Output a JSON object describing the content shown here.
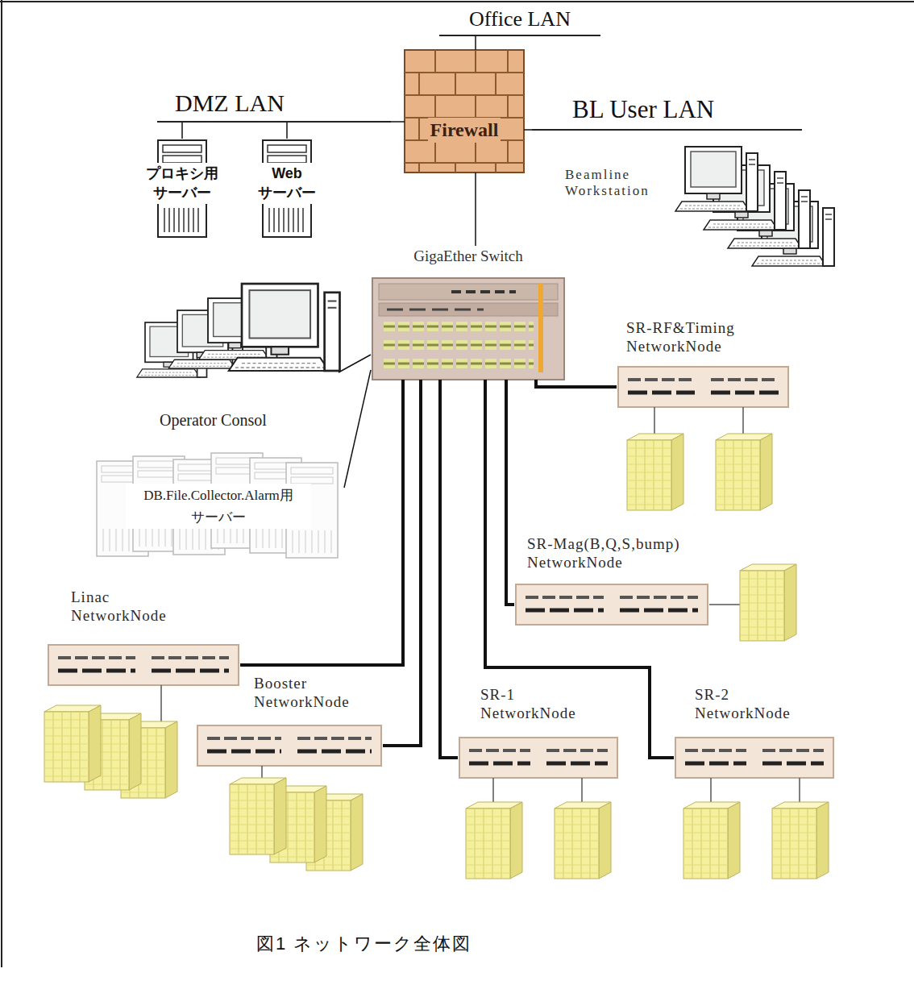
{
  "diagram": {
    "caption": "図1 ネットワーク全体図",
    "nodes": [
      {
        "text": [
          "Office LAN"
        ]
      },
      {
        "text": [
          "DMZ LAN"
        ]
      },
      {
        "text": [
          "BL User LAN"
        ]
      },
      {
        "text": [
          "Firewall"
        ]
      },
      {
        "text": [
          "プロキシ用 サーバー"
        ]
      },
      {
        "text": [
          "Web サーバー"
        ]
      },
      {
        "text": [
          "Beamline Workstation"
        ]
      },
      {
        "text": [
          "GigaEther Switch"
        ]
      },
      {
        "text": [
          "Operator Consol"
        ]
      },
      {
        "text": [
          "DB.File.Collector.Alarm用 サーバー"
        ]
      },
      {
        "text": [
          "SR-RF&Timing NetworkNode"
        ]
      },
      {
        "text": [
          "SR-Mag(B,Q,S,bump) NetworkNode"
        ]
      },
      {
        "text": [
          "Linac NetworkNode"
        ]
      },
      {
        "text": [
          "Booster NetworkNode"
        ]
      },
      {
        "text": [
          "SR-1 NetworkNode"
        ]
      },
      {
        "text": [
          "SR-2 NetworkNode"
        ]
      }
    ],
    "edges": [
      {
        "from": 3,
        "to": 0,
        "arrow": "none"
      },
      {
        "from": 3,
        "to": 1,
        "arrow": "none"
      },
      {
        "from": 3,
        "to": 2,
        "arrow": "none"
      },
      {
        "from": 4,
        "to": 1,
        "arrow": "none"
      },
      {
        "from": 5,
        "to": 1,
        "arrow": "none"
      },
      {
        "from": 3,
        "to": 7,
        "arrow": "none"
      },
      {
        "from": 8,
        "to": 7,
        "arrow": "none"
      },
      {
        "from": 9,
        "to": 7,
        "arrow": "none"
      },
      {
        "from": 7,
        "to": 10,
        "arrow": "none"
      },
      {
        "from": 7,
        "to": 11,
        "arrow": "none"
      },
      {
        "from": 7,
        "to": 12,
        "arrow": "none"
      },
      {
        "from": 7,
        "to": 13,
        "arrow": "none"
      },
      {
        "from": 7,
        "to": 14,
        "arrow": "none"
      },
      {
        "from": 7,
        "to": 15,
        "arrow": "none"
      }
    ]
  }
}
